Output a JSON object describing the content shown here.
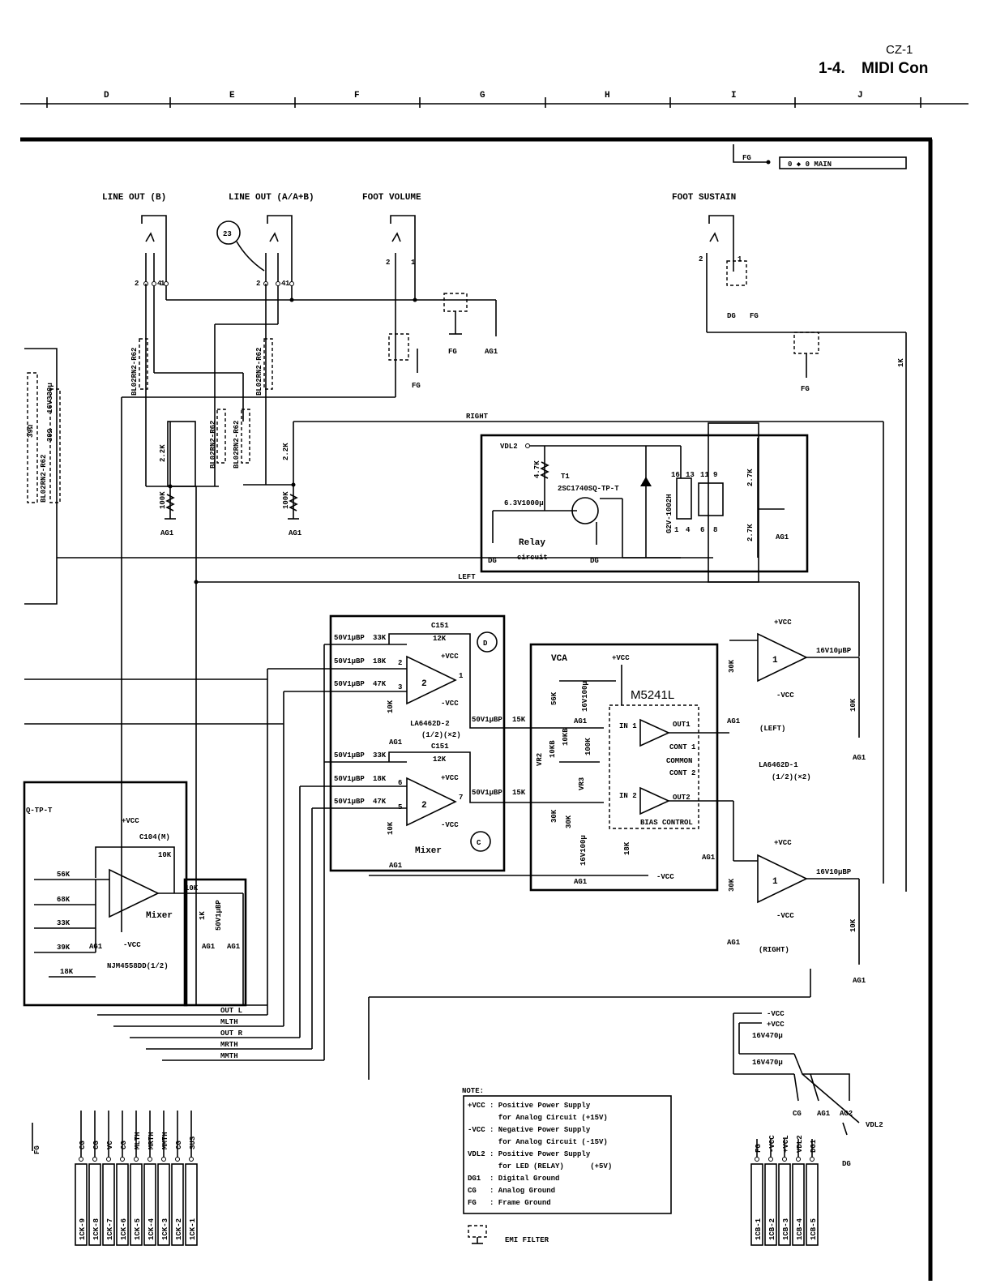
{
  "header": {
    "model": "CZ-1",
    "section_number": "1-4.",
    "section_title": "MIDI Con",
    "grid_columns": [
      "D",
      "E",
      "F",
      "G",
      "H",
      "I",
      "J"
    ]
  },
  "connectors": {
    "line_out_b": "LINE OUT (B)",
    "line_out_a": "LINE OUT (A/A+B)",
    "foot_volume": "FOOT VOLUME",
    "foot_sustain": "FOOT SUSTAIN",
    "fg_connector": "FG",
    "main_connector": "0  ◆  0  MAIN",
    "callout_23": "23"
  },
  "signals": {
    "right": "RIGHT",
    "left": "LEFT",
    "out_l": "OUT L",
    "mlth": "MLTH",
    "out_r": "OUT R",
    "mrth": "MRTH",
    "mmth": "MMTH"
  },
  "relay_block": {
    "vdl2": "VDL2",
    "transistor": "T1",
    "transistor_part": "2SC1740SQ-TP-T",
    "cap": "6.3V1000μ",
    "relay_part": "G2V-1002H",
    "label_relay": "Relay",
    "label_circuit": "circuit",
    "r47k": "4.7K",
    "r27k_a": "2.7K",
    "r27k_b": "2.7K",
    "pin_16": "16",
    "pin_13": "13",
    "pin_11": "11",
    "pin_9": "9",
    "pin_1": "1",
    "pin_4": "4",
    "pin_6": "6",
    "pin_8": "8"
  },
  "filters": {
    "bl_1": "BL02RN2-R62",
    "bl_2": "BL02RN2-R62",
    "bl_3": "BL02RN2-R62",
    "bl_4": "BL02RN2-R62",
    "r22k_a": "2.2K",
    "r22k_b": "2.2K",
    "r100k_a": "100K",
    "r100k_b": "100K",
    "left_cap": "16V330μ",
    "left_r39a": "39Ω",
    "left_r39b": "39Ω",
    "left_bl": "BL02RN2-R62",
    "r1k": "1K"
  },
  "mixer_block": {
    "label": "Mixer",
    "opamp": "LA6462D-2",
    "opamp_sub": "(1/2)(×2)",
    "c151": "C151",
    "r12k": "12K",
    "r33k": "33K",
    "r18k": "18K",
    "r47k": "47K",
    "r10k": "10K",
    "r15k": "15K",
    "cap": "50V1μBP",
    "vcc_pos": "+VCC",
    "vcc_neg": "-VCC",
    "pin2": "2",
    "pin3": "3",
    "pin1": "1",
    "pin6": "6",
    "pin5": "5",
    "pin7": "7",
    "callout_d": "D",
    "callout_c": "C"
  },
  "vca_block": {
    "label": "VCA",
    "chip": "M5241L",
    "vr2": "VR2",
    "vr3": "VR3",
    "r10kb": "10KB",
    "r56k": "56K",
    "r30k": "30K",
    "r100k": "100K",
    "r18k": "18K",
    "cap": "16V100μ",
    "in1": "IN 1",
    "in2": "IN 2",
    "out1": "OUT1",
    "out2": "OUT2",
    "cont1": "CONT 1",
    "cont2": "CONT 2",
    "common": "COMMON",
    "bias": "BIAS CONTROL",
    "vcc": "+VCC",
    "vcc_neg": "-VCC"
  },
  "output_stage": {
    "opamp": "LA6462D-1",
    "opamp_sub": "(1/2)(×2)",
    "left": "(LEFT)",
    "right": "(RIGHT)",
    "cap": "16V10μBP",
    "r30k": "30K",
    "r10k": "10K",
    "vcc_pos": "+VCC",
    "vcc_neg": "-VCC"
  },
  "lower_mixer": {
    "label": "Mixer",
    "opamp": "NJM4558DD(1/2)",
    "cap_c104": "C104(M)",
    "r56k": "56K",
    "r68k": "68K",
    "r33k": "33K",
    "r39k": "39K",
    "r18k": "18K",
    "r10k_a": "10K",
    "r10k_b": "10K",
    "r1k": "1K",
    "cap": "50V1μBP",
    "vcc_pos": "+VCC",
    "vcc_neg": "-VCC",
    "tp": "Q-TP-T"
  },
  "grounds": {
    "ag1": "AG1",
    "ag2": "AG2",
    "dg": "DG",
    "fg": "FG",
    "cg": "CG"
  },
  "connector_bottom_left": {
    "pins": [
      "CG",
      "CG",
      "VC",
      "CG",
      "MLTH",
      "MRTH",
      "MMTH",
      "CG",
      "SUS"
    ],
    "codes": [
      "1CK-9",
      "1CK-8",
      "1CK-7",
      "1CK-6",
      "1CK-5",
      "1CK-4",
      "1CK-3",
      "1CK-2",
      "1CK-1"
    ],
    "fg": "FG"
  },
  "connector_bottom_right": {
    "pins": [
      "FG",
      "-VCC",
      "+VCL",
      "VDL2",
      "DG1"
    ],
    "codes": [
      "1CB-1",
      "1CB-2",
      "1CB-3",
      "1CB-4",
      "1CB-5"
    ],
    "rail_1": "-VCC",
    "rail_2": "+VCC",
    "cap_1": "16V470μ",
    "cap_2": "16V470μ",
    "vdl2": "VDL2",
    "cg": "CG",
    "ag1": "AG1",
    "ag2": "AG2",
    "dg": "DG"
  },
  "note": {
    "title": "NOTE:",
    "lines": [
      "+VCC : Positive Power Supply",
      "       for Analog Circuit (+15V)",
      "-VCC : Negative Power Supply",
      "       for Analog Circuit (-15V)",
      "VDL2 : Positive Power Supply",
      "       for LED (RELAY)      (+5V)",
      "DG1  : Digital Ground",
      "CG   : Analog Ground",
      "FG   : Frame Ground"
    ],
    "emi": "EMI FILTER"
  }
}
